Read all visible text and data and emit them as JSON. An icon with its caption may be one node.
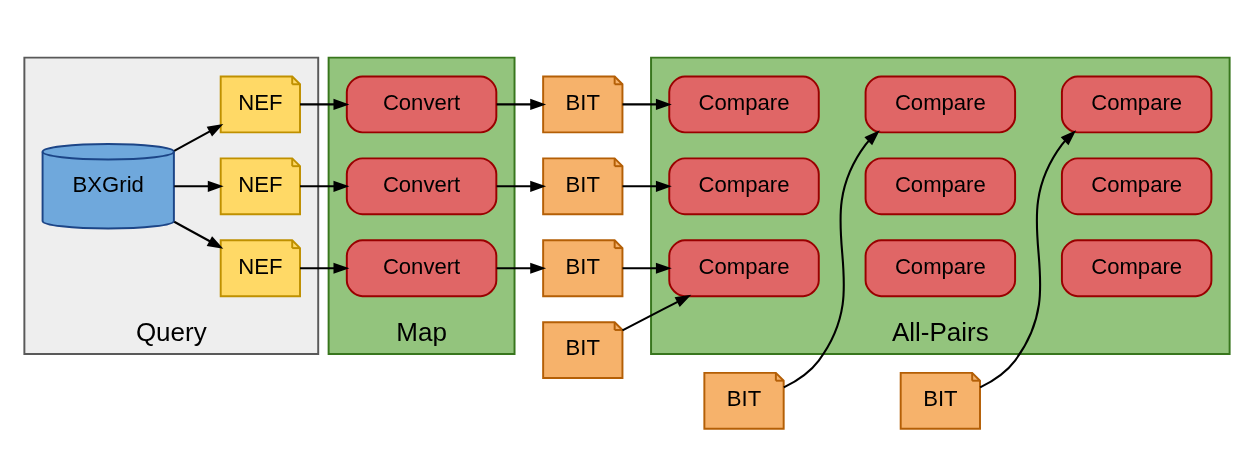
{
  "diagram": {
    "nodes": [
      {
        "text": [
          "Query"
        ]
      },
      {
        "text": [
          "BXGrid"
        ],
        "in": 0
      },
      {
        "text": [
          "NEF"
        ],
        "in": 0
      },
      {
        "text": [
          "NEF"
        ],
        "in": 0
      },
      {
        "text": [
          "NEF"
        ],
        "in": 0
      },
      {
        "text": [
          "Map"
        ]
      },
      {
        "text": [
          "Convert"
        ],
        "in": 5
      },
      {
        "text": [
          "Convert"
        ],
        "in": 5
      },
      {
        "text": [
          "Convert"
        ],
        "in": 5
      },
      {
        "text": [
          "BIT"
        ]
      },
      {
        "text": [
          "BIT"
        ]
      },
      {
        "text": [
          "BIT"
        ]
      },
      {
        "text": [
          "All-Pairs"
        ]
      },
      {
        "text": [
          "Compare"
        ],
        "in": 12
      },
      {
        "text": [
          "Compare"
        ],
        "in": 12
      },
      {
        "text": [
          "Compare"
        ],
        "in": 12
      },
      {
        "text": [
          "Compare"
        ],
        "in": 12
      },
      {
        "text": [
          "Compare"
        ],
        "in": 12
      },
      {
        "text": [
          "Compare"
        ],
        "in": 12
      },
      {
        "text": [
          "Compare"
        ],
        "in": 12
      },
      {
        "text": [
          "Compare"
        ],
        "in": 12
      },
      {
        "text": [
          "Compare"
        ],
        "in": 12
      },
      {
        "text": [
          "BIT"
        ]
      },
      {
        "text": [
          "BIT"
        ]
      },
      {
        "text": [
          "BIT"
        ]
      }
    ],
    "edges": [
      {
        "from": 1,
        "to": 2,
        "arrow": "to"
      },
      {
        "from": 1,
        "to": 3,
        "arrow": "to"
      },
      {
        "from": 1,
        "to": 4,
        "arrow": "to"
      },
      {
        "from": 2,
        "to": 6,
        "arrow": "to"
      },
      {
        "from": 3,
        "to": 7,
        "arrow": "to"
      },
      {
        "from": 4,
        "to": 8,
        "arrow": "to"
      },
      {
        "from": 6,
        "to": 9,
        "arrow": "to"
      },
      {
        "from": 7,
        "to": 10,
        "arrow": "to"
      },
      {
        "from": 8,
        "to": 11,
        "arrow": "to"
      },
      {
        "from": 9,
        "to": 13,
        "arrow": "to"
      },
      {
        "from": 10,
        "to": 16,
        "arrow": "to"
      },
      {
        "from": 11,
        "to": 19,
        "arrow": "to"
      },
      {
        "from": 22,
        "to": 13,
        "arrow": "to"
      },
      {
        "from": 23,
        "to": 14,
        "arrow": "to"
      },
      {
        "from": 24,
        "to": 15,
        "arrow": "to"
      }
    ]
  }
}
